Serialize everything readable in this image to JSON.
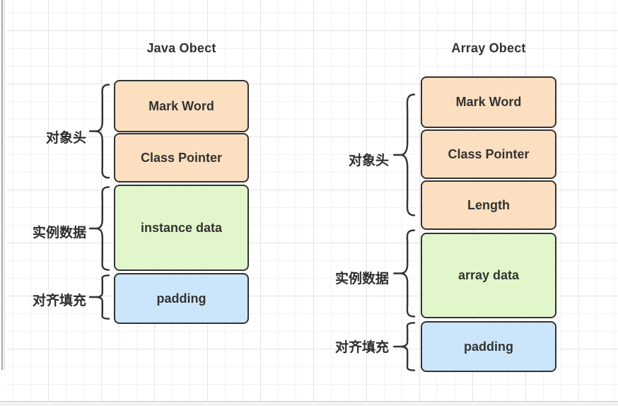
{
  "colors": {
    "header_fill": "#fbdfc0",
    "data_fill": "#e1f7cb",
    "padding_fill": "#cbe6fa",
    "stroke": "#333333"
  },
  "java_object": {
    "title": "Java Obect",
    "blocks": {
      "mark_word": "Mark Word",
      "class_pointer": "Class Pointer",
      "instance_data": "instance data",
      "padding": "padding"
    },
    "groups": {
      "object_header": "对象头",
      "instance_data": "实例数据",
      "alignment_padding": "对齐填充"
    }
  },
  "array_object": {
    "title": "Array Obect",
    "blocks": {
      "mark_word": "Mark Word",
      "class_pointer": "Class Pointer",
      "length": "Length",
      "array_data": "array data",
      "padding": "padding"
    },
    "groups": {
      "object_header": "对象头",
      "instance_data": "实例数据",
      "alignment_padding": "对齐填充"
    }
  }
}
